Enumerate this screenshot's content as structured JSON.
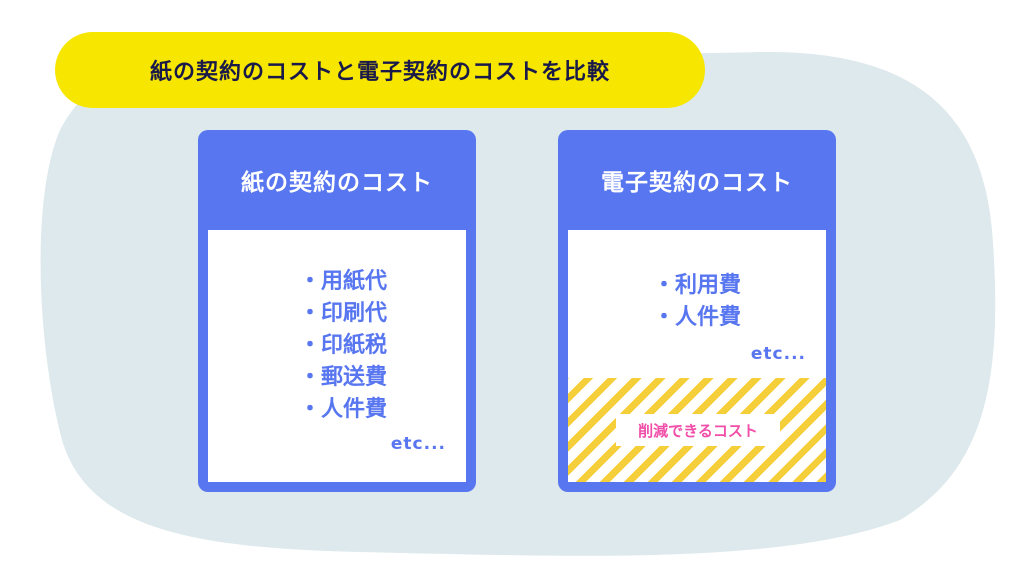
{
  "title": "紙の契約のコストと電子契約のコストを比較",
  "paper": {
    "header": "紙の契約のコスト",
    "items": [
      "・用紙代",
      "・印刷代",
      "・印紙税",
      "・郵送費",
      "・人件費"
    ],
    "etc": "etc..."
  },
  "electronic": {
    "header": "電子契約のコスト",
    "items": [
      "・利用費",
      "・人件費"
    ],
    "etc": "etc...",
    "reduced_label": "削減できるコスト"
  },
  "colors": {
    "accent_blue": "#5876f0",
    "title_yellow": "#f6e600",
    "stripe_yellow": "#f5cf3a",
    "highlight_pink": "#f04ea8",
    "background_blob": "#dde9ec"
  }
}
